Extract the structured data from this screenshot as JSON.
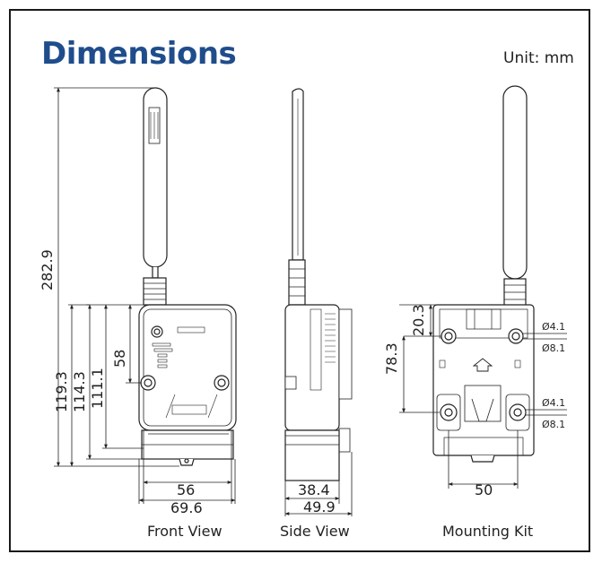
{
  "title": "Dimensions",
  "unit": "Unit: mm",
  "views": {
    "front": {
      "caption": "Front View",
      "dims": {
        "total_height": "282.9",
        "body_height_a": "119.3",
        "body_height_b": "114.3",
        "body_height_c": "111.1",
        "hole_height": "58",
        "width_a": "56",
        "width_b": "69.6"
      }
    },
    "side": {
      "caption": "Side View",
      "dims": {
        "depth_a": "38.4",
        "depth_b": "49.9"
      }
    },
    "mount": {
      "caption": "Mounting Kit",
      "dims": {
        "top_offset": "20.3",
        "hole_spacing": "78.3",
        "width": "50",
        "hole1_d": "Ø4.1",
        "hole1_D": "Ø8.1",
        "hole2_d": "Ø4.1",
        "hole2_D": "Ø8.1"
      }
    }
  },
  "colors": {
    "title": "#1f4d8c",
    "line": "#222222"
  }
}
